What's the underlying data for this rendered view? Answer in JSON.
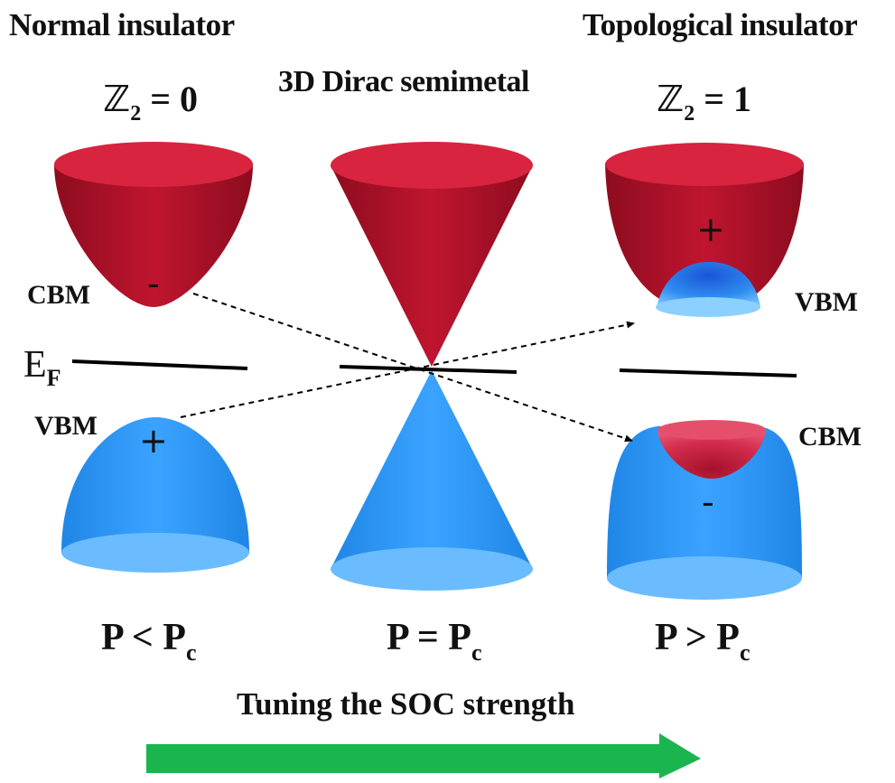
{
  "headers": {
    "normal_insulator": "Normal insulator",
    "dirac_semimetal": "3D Dirac semimetal",
    "topological_insulator": "Topological insulator"
  },
  "invariants": {
    "symbol": "ℤ",
    "subscript": "2",
    "normal_value": "= 0",
    "topological_value": "= 1"
  },
  "band_labels": {
    "cbm": "CBM",
    "vbm": "VBM",
    "fermi_main": "E",
    "fermi_sub": "F"
  },
  "parity_signs": {
    "minus": "-",
    "plus": "+"
  },
  "pressure_labels": {
    "p": "P",
    "pc_sub": "c",
    "less": "<",
    "equal": "=",
    "greater": ">"
  },
  "caption": "Tuning the SOC strength",
  "colors": {
    "conduction_band": "#b3122a",
    "conduction_band_light": "#e8354f",
    "valence_band": "#2f95f0",
    "valence_band_light": "#7ec4ff",
    "fermi_line": "#000000",
    "arrow": "#1bb54f"
  }
}
